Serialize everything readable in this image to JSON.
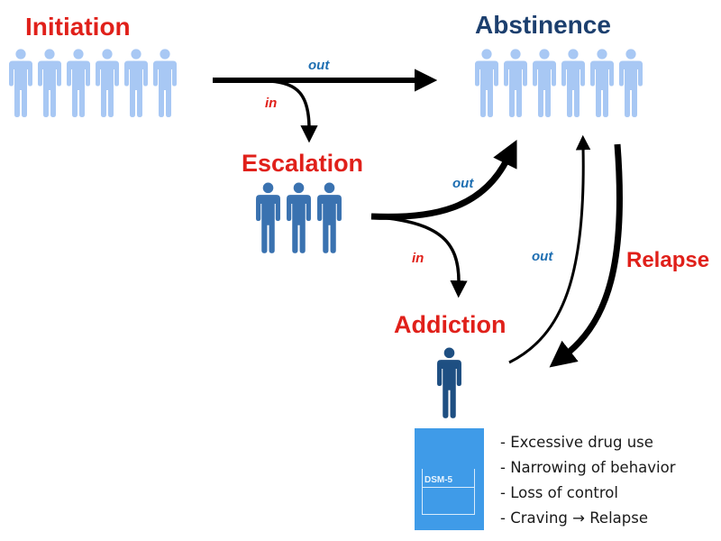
{
  "stages": {
    "initiation": "Initiation",
    "abstinence": "Abstinence",
    "escalation": "Escalation",
    "addiction": "Addiction"
  },
  "flows": {
    "initiation_out": "out",
    "initiation_in": "in",
    "escalation_out": "out",
    "escalation_in": "in",
    "addiction_out": "out",
    "relapse": "Relapse"
  },
  "book": {
    "title": "DSM-5"
  },
  "criteria": [
    "- Excessive drug use",
    "- Narrowing of behavior",
    "- Loss of control",
    "- Craving → Relapse"
  ],
  "colors": {
    "red": "#e0201a",
    "navy": "#1c3f6e",
    "flow_blue": "#1f6fb2",
    "light_person": "#a8c8f4",
    "mid_person": "#3a72b0",
    "dark_person": "#1e4f82",
    "book": "#3f9be8"
  },
  "icons": {
    "person": "person-icon",
    "book": "book-icon"
  }
}
